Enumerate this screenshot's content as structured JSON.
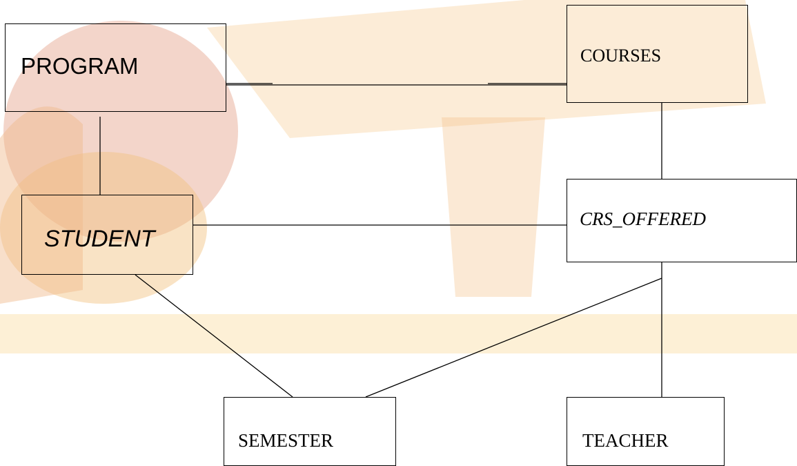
{
  "diagram": {
    "entities": [
      {
        "id": "program",
        "label": "PROGRAM"
      },
      {
        "id": "courses",
        "label": "COURSES"
      },
      {
        "id": "student",
        "label": "STUDENT"
      },
      {
        "id": "crs_offered",
        "label": "CRS_OFFERED"
      },
      {
        "id": "semester",
        "label": "SEMESTER"
      },
      {
        "id": "teacher",
        "label": "TEACHER"
      }
    ],
    "relationships": [
      {
        "from": "program",
        "to": "courses"
      },
      {
        "from": "program",
        "to": "student"
      },
      {
        "from": "courses",
        "to": "crs_offered"
      },
      {
        "from": "student",
        "to": "crs_offered"
      },
      {
        "from": "student",
        "to": "semester"
      },
      {
        "from": "crs_offered",
        "to": "semester"
      },
      {
        "from": "crs_offered",
        "to": "teacher"
      }
    ]
  },
  "colors": {
    "background": "#ffffff",
    "border": "#000000",
    "text": "#000000",
    "watermark_red": "#e3a089",
    "watermark_orange": "#fbd9a3",
    "watermark_band": "#fdf0d6"
  }
}
